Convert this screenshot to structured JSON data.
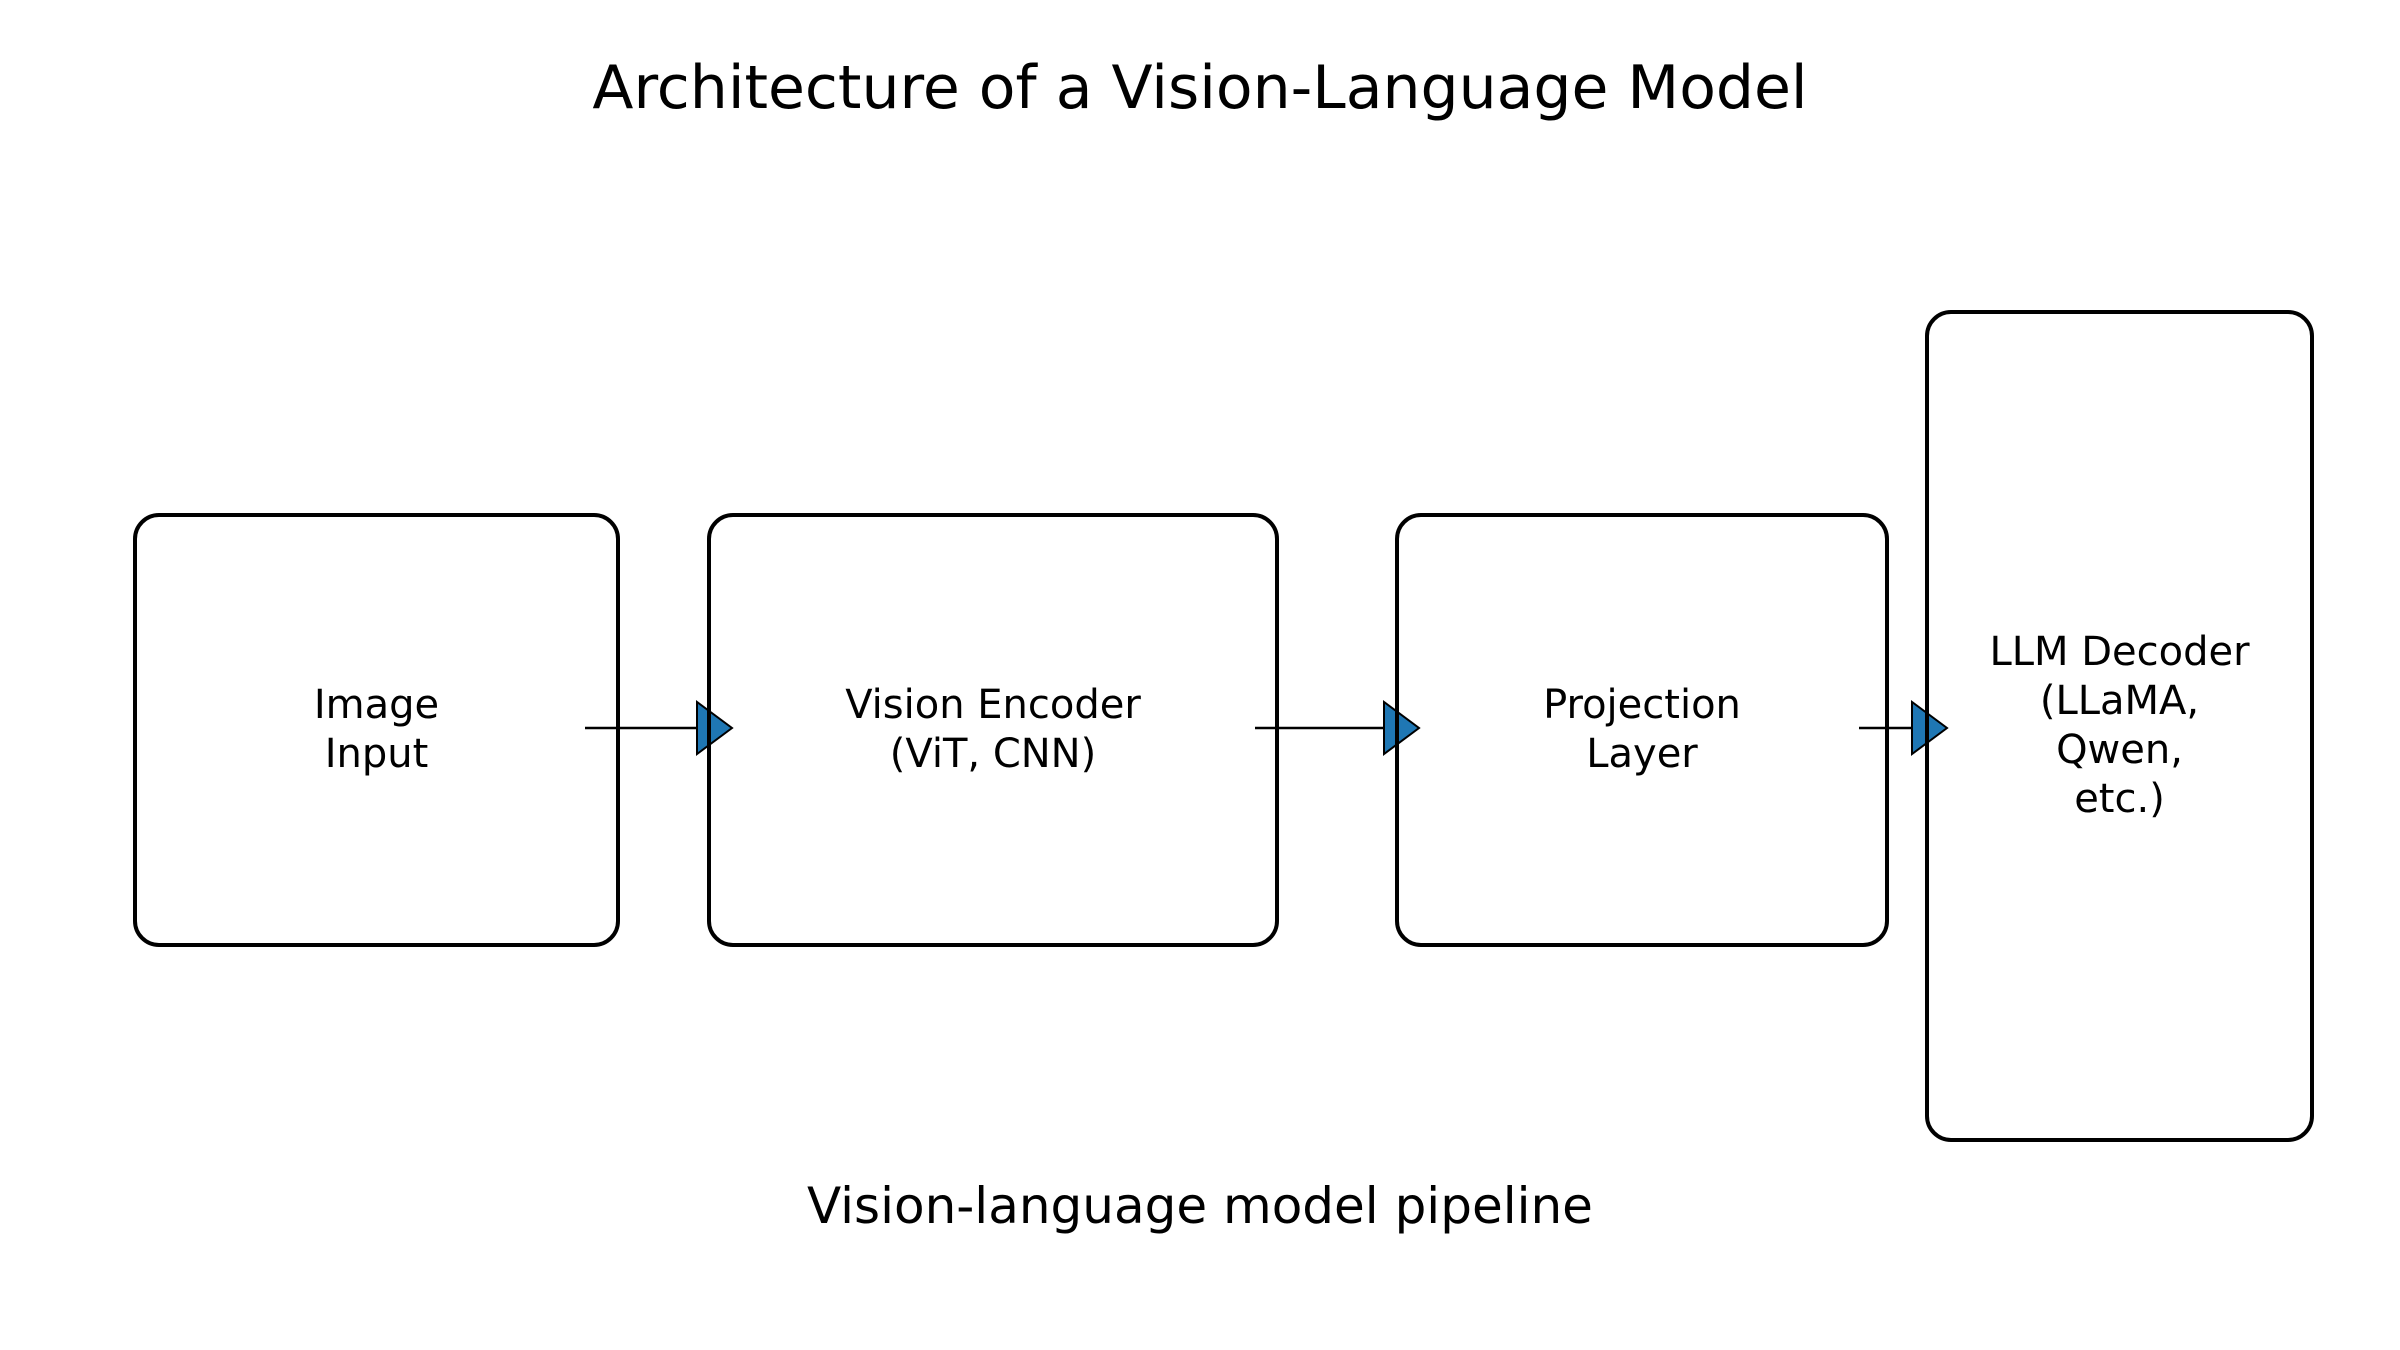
{
  "figure": {
    "title": "Architecture of a Vision-Language Model",
    "caption": "Vision-language model pipeline"
  },
  "colors": {
    "background": "#ffffff",
    "box_border": "#000000",
    "text": "#000000",
    "arrow_line": "#000000",
    "arrow_head_fill": "#1f77b4",
    "arrow_head_edge": "#000000"
  },
  "nodes": [
    {
      "id": "image-input",
      "label": "Image\nInput"
    },
    {
      "id": "vision-encoder",
      "label": "Vision Encoder\n(ViT, CNN)"
    },
    {
      "id": "projection-layer",
      "label": "Projection\nLayer"
    },
    {
      "id": "llm-decoder",
      "label": "LLM Decoder\n(LLaMA,\nQwen,\netc.)"
    }
  ],
  "arrows": [
    {
      "from": "image-input",
      "to": "vision-encoder"
    },
    {
      "from": "vision-encoder",
      "to": "projection-layer"
    },
    {
      "from": "projection-layer",
      "to": "llm-decoder"
    }
  ]
}
